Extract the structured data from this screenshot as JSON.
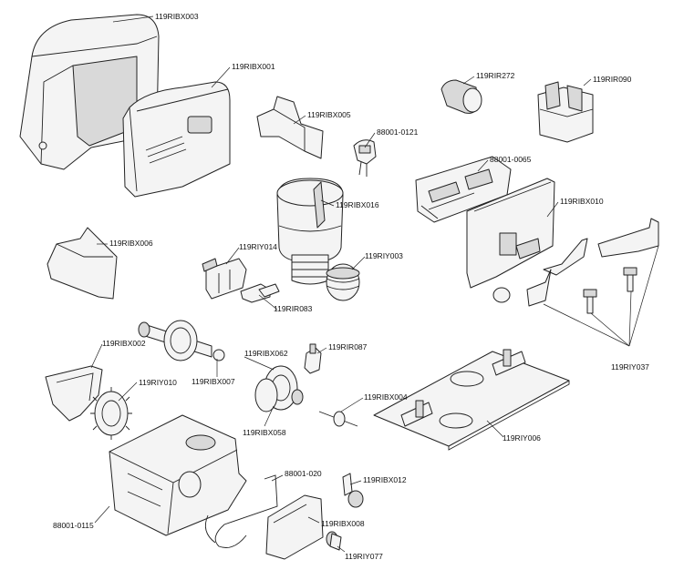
{
  "labels": {
    "119RIBX003": "119RIBX003",
    "119RIBX001": "119RIBX001",
    "119RIR272": "119RIR272",
    "119RIR090": "119RIR090",
    "119RIBX005": "119RIBX005",
    "88001-0121": "88001-0121",
    "88001-0065": "88001-0065",
    "119RIBX010": "119RIBX010",
    "119RIBX016": "119RIBX016",
    "119RIBX006": "119RIBX006",
    "119RIY014": "119RIY014",
    "119RIY003": "119RIY003",
    "119RIR083": "119RIR083",
    "119RIR087": "119RIR087",
    "119RIBX002": "119RIBX002",
    "119RIBX062": "119RIBX062",
    "119RIBX007": "119RIBX007",
    "119RIY010": "119RIY010",
    "119RIY037": "119RIY037",
    "119RIBX004": "119RIBX004",
    "119RIBX058": "119RIBX058",
    "119RIY006": "119RIY006",
    "88001-020": "88001-020",
    "119RIBX012": "119RIBX012",
    "119RIBX008": "119RIBX008",
    "88001-0115": "88001-0115",
    "119RIY077": "119RIY077"
  }
}
